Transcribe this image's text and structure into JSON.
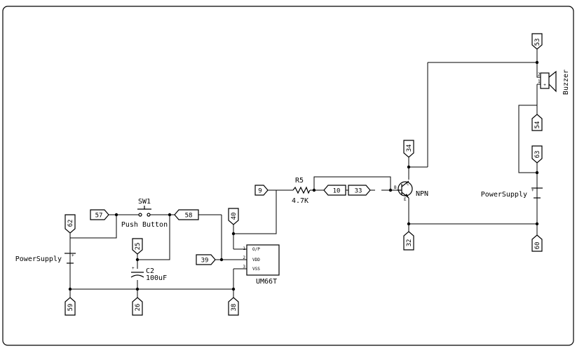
{
  "components": {
    "sw1": {
      "ref": "SW1",
      "value": "Push Button"
    },
    "c2": {
      "ref": "C2",
      "value": "100uF"
    },
    "r5": {
      "ref": "R5",
      "value": "4.7K"
    },
    "q_npn": {
      "value": "NPN",
      "pins": {
        "b": "B",
        "c": "C",
        "e": "E"
      }
    },
    "um66t": {
      "value": "UM66T",
      "pins": [
        {
          "num": "1",
          "name": "O/P"
        },
        {
          "num": "2",
          "name": "VDD"
        },
        {
          "num": "3",
          "name": "VSS"
        }
      ]
    },
    "buzzer": {
      "value": "Buzzer",
      "pins": {
        "p1": "1",
        "p2": "2"
      }
    },
    "ps_left": {
      "value": "PowerSupply"
    },
    "ps_right": {
      "value": "PowerSupply"
    }
  },
  "nets": {
    "n53": "53",
    "n54": "54",
    "n63": "63",
    "n34": "34",
    "n9": "9",
    "n10": "10",
    "n33": "33",
    "n57": "57",
    "n58": "58",
    "n62": "62",
    "n40": "40",
    "n25": "25",
    "n39": "39",
    "n32": "32",
    "n60": "60",
    "n59": "59",
    "n26": "26",
    "n38": "38"
  },
  "symbols": {
    "plus": "+"
  }
}
